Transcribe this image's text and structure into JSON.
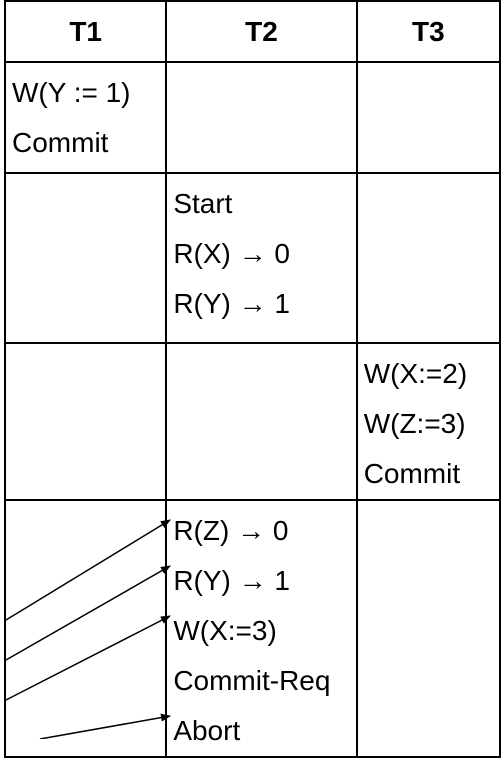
{
  "headers": [
    "T1",
    "T2",
    "T3"
  ],
  "rows": [
    {
      "t1": [
        "W(Y := 1)",
        "Commit"
      ],
      "t2": [],
      "t3": []
    },
    {
      "t1": [],
      "t2": [
        "Start",
        "R(X) → 0",
        "R(Y) → 1"
      ],
      "t3": []
    },
    {
      "t1": [],
      "t2": [],
      "t3": [
        "W(X:=2)",
        "W(Z:=3)",
        "Commit"
      ]
    },
    {
      "t1": [],
      "t2": [
        "R(Z) → 0",
        "R(Y) → 1",
        "W(X:=3)",
        "Commit-Req",
        "Abort"
      ],
      "t3": []
    }
  ],
  "arrow_color": "#000000",
  "grid_color": "#000000"
}
